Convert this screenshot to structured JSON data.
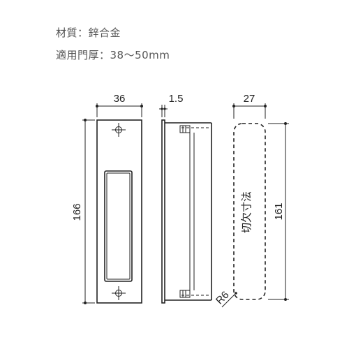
{
  "specs": {
    "material": "材質：鋅合金",
    "door_thickness": "適用門厚：38～50mm"
  },
  "dimensions": {
    "front_width": "36",
    "front_height": "166",
    "side_thickness": "1.5",
    "cutout_width": "27",
    "cutout_height": "161",
    "corner_radius": "R6"
  },
  "labels": {
    "cutout": "切欠寸法"
  },
  "colors": {
    "line": "#222222",
    "text": "#555555"
  }
}
